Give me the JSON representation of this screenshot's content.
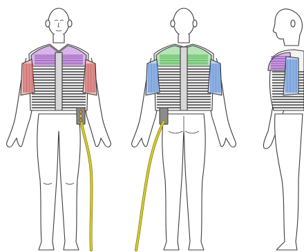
{
  "figure": {
    "views": [
      "front",
      "back",
      "side"
    ]
  },
  "colors": {
    "background": "#ffffff",
    "outline": "#3a3a3a",
    "skin": "#ffffff",
    "vest_fill": "#f2f2f2",
    "vest_stripe": "#1a1a1a",
    "front_chest_band": "#8a3fb0",
    "back_shoulder_band": "#3fae3f",
    "front_sleeve": "#b83030",
    "back_sleeve": "#3a73c8",
    "cable": "#d8cc2a",
    "cable_edge": "#7d7310",
    "connector_box": "#8c8c8c",
    "connector_port_orange": "#e0902a",
    "connector_port_yellow": "#d8cc2a"
  }
}
